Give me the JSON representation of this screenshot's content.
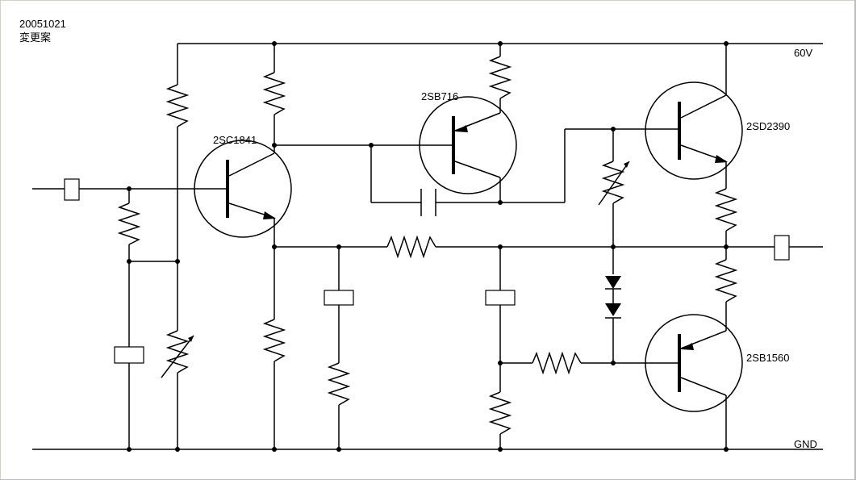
{
  "header": {
    "date": "20051021",
    "note": "変更案"
  },
  "rails": {
    "top_label": "60V",
    "bottom_label": "GND"
  },
  "transistors": [
    {
      "id": "q1",
      "label": "2SC1841",
      "type": "npn"
    },
    {
      "id": "q2",
      "label": "2SB716",
      "type": "pnp"
    },
    {
      "id": "q3",
      "label": "2SD2390",
      "type": "npn"
    },
    {
      "id": "q4",
      "label": "2SB1560",
      "type": "pnp"
    }
  ]
}
